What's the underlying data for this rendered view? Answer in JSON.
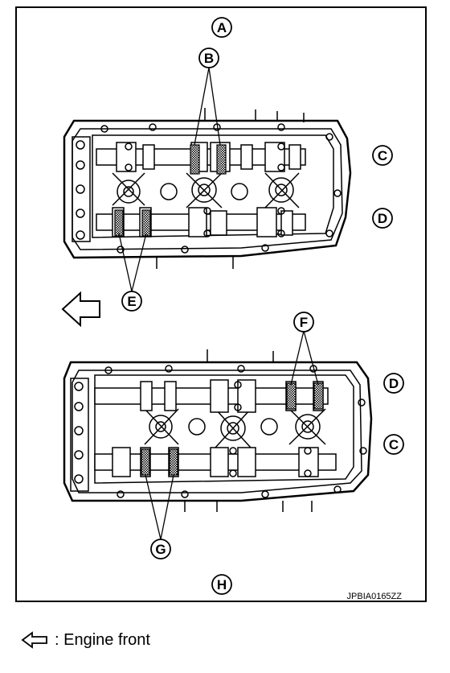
{
  "labels": {
    "A": "A",
    "B": "B",
    "C": "C",
    "D": "D",
    "E": "E",
    "F": "F",
    "G": "G",
    "H": "H"
  },
  "ref_code": "JPBIA0165ZZ",
  "legend": {
    "icon": "front-arrow-icon",
    "text": ": Engine front"
  }
}
